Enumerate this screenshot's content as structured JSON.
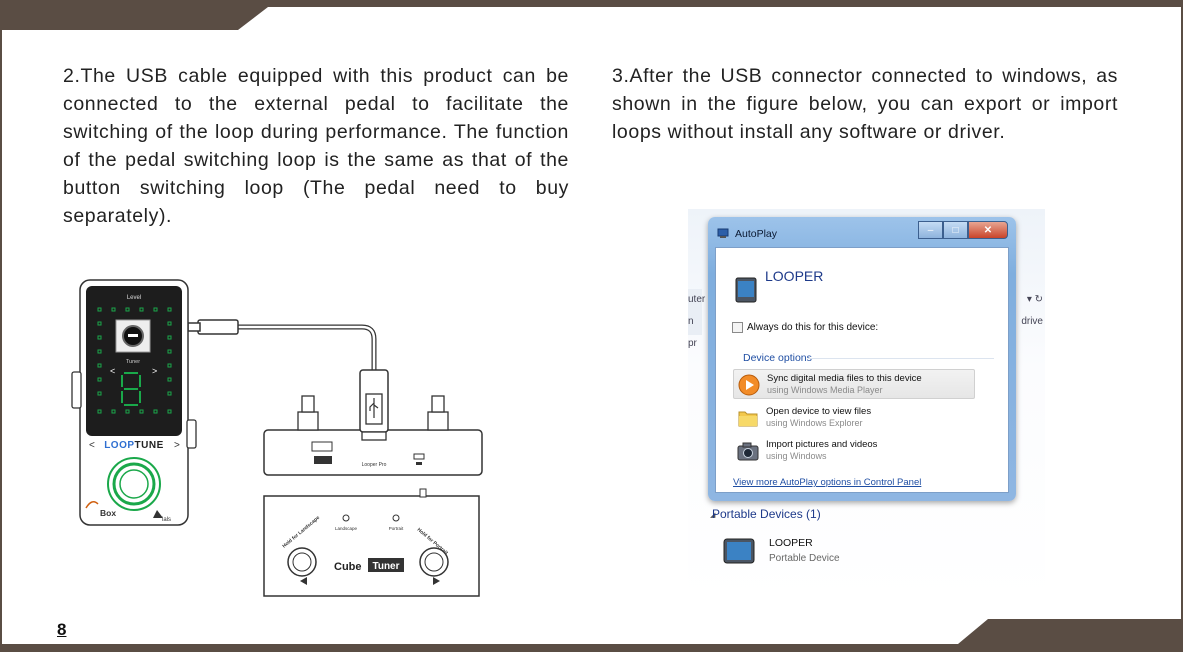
{
  "paragraph_2": "2.The USB cable equipped with this product can be connected to the external pedal to facilitate the switching of the loop during performance. The function of the pedal switching loop is the same as that of the button switching loop (The pedal need to buy separately).",
  "paragraph_3": "3.After the USB connector connected to windows, as shown in the figure below, you can export or import loops without install any software or driver.",
  "page_number": "8",
  "colors": {
    "frame": "#5a4d44",
    "pedal_accent": "#1aa84a",
    "looptune_blue": "#2f6fd1",
    "dialog_link": "#1f4ea3"
  },
  "pedal_figure": {
    "looptune_pedal": {
      "level_label": "Level",
      "tuner_label": "Tuner",
      "loop_word": "LOOP",
      "tune_word": "TUNE",
      "brand_left": "Box",
      "brand_right": "ials"
    },
    "looper_pro_label": "Looper Pro",
    "cube_tuner": {
      "landscape_label": "Landscape",
      "portrait_label": "Portrait",
      "hold_landscape": "Hold for Landscape",
      "hold_portrait": "Hold for Portrait",
      "cube_word": "Cube",
      "tuner_word": "Tuner"
    }
  },
  "autoplay": {
    "window_title": "AutoPlay",
    "device_name": "LOOPER",
    "always_checkbox_label": "Always do this for this device:",
    "options_header": "Device options",
    "options": [
      {
        "label": "Sync digital media files to this device",
        "sub": "using Windows Media Player",
        "icon": "media-player-icon"
      },
      {
        "label": "Open device to view files",
        "sub": "using Windows Explorer",
        "icon": "folder-icon"
      },
      {
        "label": "Import pictures and videos",
        "sub": "using Windows",
        "icon": "camera-icon"
      }
    ],
    "more_link": "View more AutoPlay options in Control Panel",
    "explorer_left_fragments": [
      "uter",
      "n pr"
    ],
    "explorer_right_fragments": [
      "▾ ↻",
      "drive"
    ],
    "portable_section_header": "Portable Devices (1)",
    "portable_device_name": "LOOPER",
    "portable_device_type": "Portable Device"
  }
}
